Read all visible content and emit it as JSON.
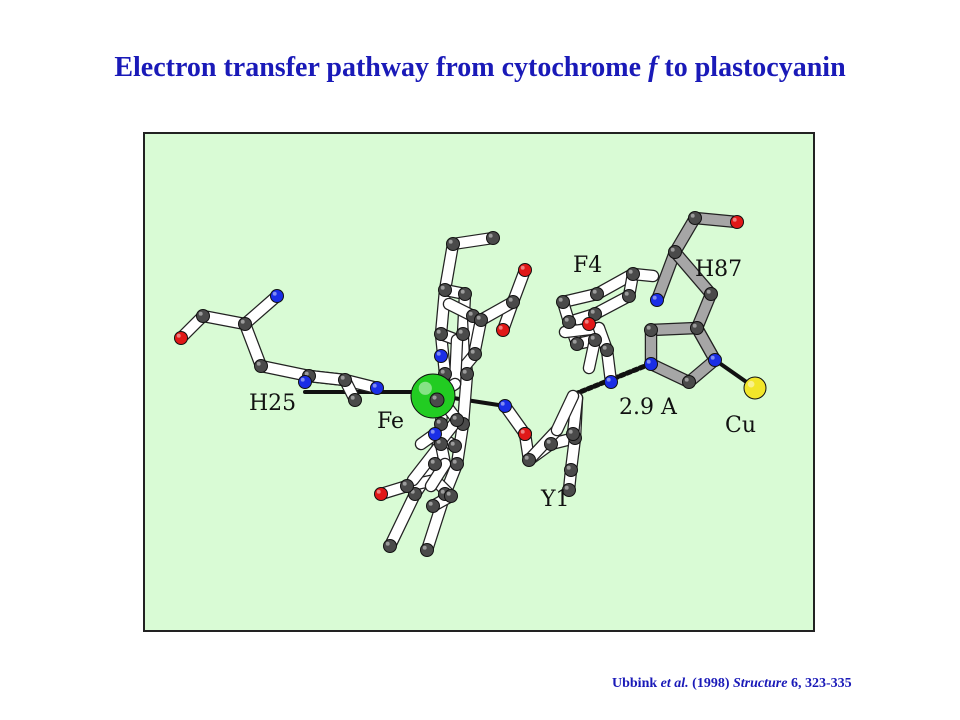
{
  "title": {
    "before": "Electron transfer pathway from cytochrome ",
    "italic": "f",
    "after": " to plastocyanin"
  },
  "labels": {
    "h25": "H25",
    "fe": "Fe",
    "y1": "Y1",
    "f4": "F4",
    "h87": "H87",
    "cu": "Cu",
    "distance": "2.9 A"
  },
  "citation": {
    "authors": "Ubbink ",
    "etal": "et al.",
    "year": "  (1998) ",
    "journal": "Structure",
    "ref": " 6, 323-335"
  },
  "colors": {
    "title_text": "#1a1ab8",
    "panel_background": "#d9fbd5",
    "panel_border": "#222222",
    "carbon": "#4a4a4a",
    "nitrogen": "#1a2ee6",
    "oxygen": "#e01818",
    "iron": "#22cc22",
    "copper": "#f2e62a",
    "bond_white": "#ffffff",
    "bond_gray": "#a6a6a6"
  }
}
